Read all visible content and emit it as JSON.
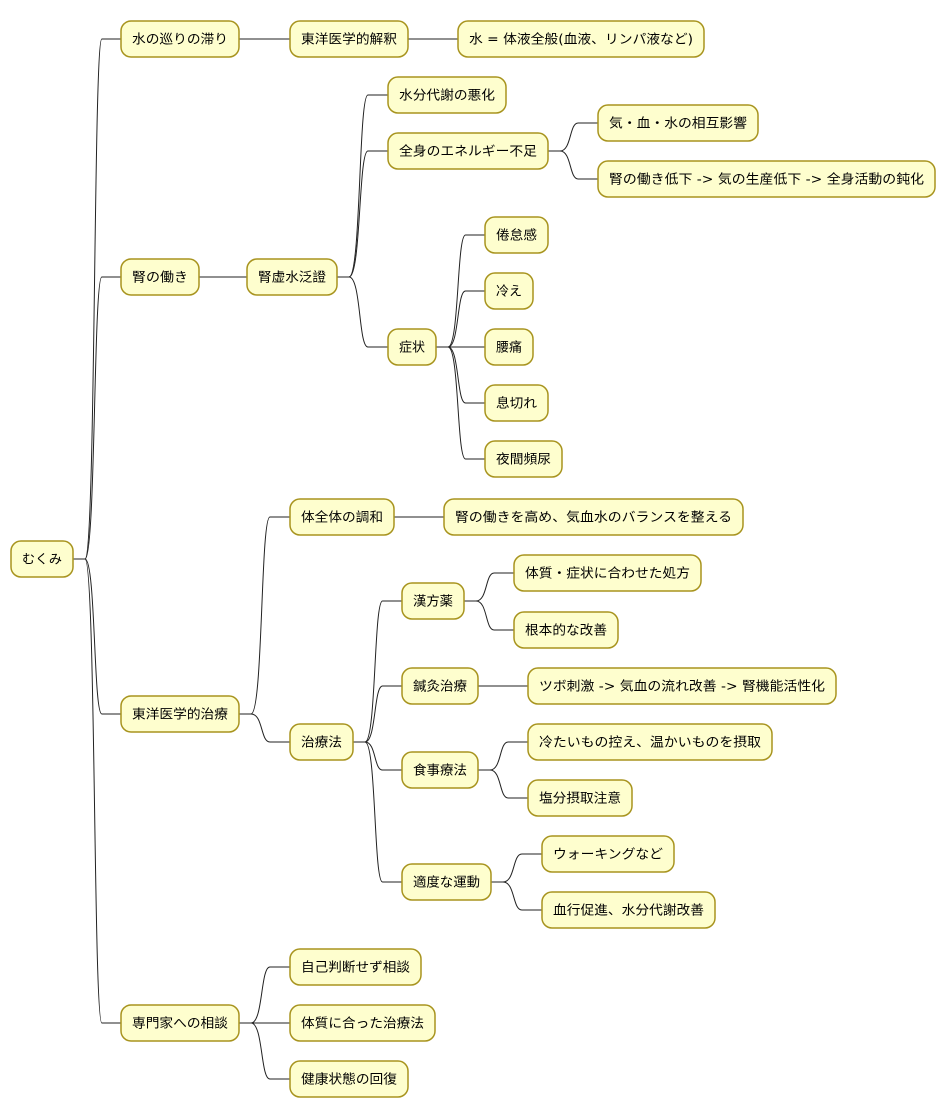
{
  "mindmap": {
    "root": "むくみ",
    "nodes": [
      {
        "id": "root",
        "label": "むくみ",
        "parent": null
      },
      {
        "id": "n1",
        "label": "水の巡りの滞り",
        "parent": "root"
      },
      {
        "id": "n1a",
        "label": "東洋医学的解釈",
        "parent": "n1"
      },
      {
        "id": "n1a1",
        "label": "水 = 体液全般(血液、リンパ液など)",
        "parent": "n1a"
      },
      {
        "id": "n2",
        "label": "腎の働き",
        "parent": "root"
      },
      {
        "id": "n2a",
        "label": "腎虚水泛證",
        "parent": "n2"
      },
      {
        "id": "n2a1",
        "label": "水分代謝の悪化",
        "parent": "n2a"
      },
      {
        "id": "n2a2",
        "label": "全身のエネルギー不足",
        "parent": "n2a"
      },
      {
        "id": "n2a2a",
        "label": "気・血・水の相互影響",
        "parent": "n2a2"
      },
      {
        "id": "n2a2b",
        "label": "腎の働き低下 -> 気の生産低下 -> 全身活動の鈍化",
        "parent": "n2a2"
      },
      {
        "id": "n2a3",
        "label": "症状",
        "parent": "n2a"
      },
      {
        "id": "s1",
        "label": "倦怠感",
        "parent": "n2a3"
      },
      {
        "id": "s2",
        "label": "冷え",
        "parent": "n2a3"
      },
      {
        "id": "s3",
        "label": "腰痛",
        "parent": "n2a3"
      },
      {
        "id": "s4",
        "label": "息切れ",
        "parent": "n2a3"
      },
      {
        "id": "s5",
        "label": "夜間頻尿",
        "parent": "n2a3"
      },
      {
        "id": "n3",
        "label": "東洋医学的治療",
        "parent": "root"
      },
      {
        "id": "n3a",
        "label": "体全体の調和",
        "parent": "n3"
      },
      {
        "id": "n3a1",
        "label": "腎の働きを高め、気血水のバランスを整える",
        "parent": "n3a"
      },
      {
        "id": "n3b",
        "label": "治療法",
        "parent": "n3"
      },
      {
        "id": "t1",
        "label": "漢方薬",
        "parent": "n3b"
      },
      {
        "id": "t1a",
        "label": "体質・症状に合わせた処方",
        "parent": "t1"
      },
      {
        "id": "t1b",
        "label": "根本的な改善",
        "parent": "t1"
      },
      {
        "id": "t2",
        "label": "鍼灸治療",
        "parent": "n3b"
      },
      {
        "id": "t2a",
        "label": "ツボ刺激 -> 気血の流れ改善 -> 腎機能活性化",
        "parent": "t2"
      },
      {
        "id": "t3",
        "label": "食事療法",
        "parent": "n3b"
      },
      {
        "id": "t3a",
        "label": "冷たいもの控え、温かいものを摂取",
        "parent": "t3"
      },
      {
        "id": "t3b",
        "label": "塩分摂取注意",
        "parent": "t3"
      },
      {
        "id": "t4",
        "label": "適度な運動",
        "parent": "n3b"
      },
      {
        "id": "t4a",
        "label": "ウォーキングなど",
        "parent": "t4"
      },
      {
        "id": "t4b",
        "label": "血行促進、水分代謝改善",
        "parent": "t4"
      },
      {
        "id": "n4",
        "label": "専門家への相談",
        "parent": "root"
      },
      {
        "id": "n4a",
        "label": "自己判断せず相談",
        "parent": "n4"
      },
      {
        "id": "n4b",
        "label": "体質に合った治療法",
        "parent": "n4"
      },
      {
        "id": "n4c",
        "label": "健康状態の回復",
        "parent": "n4"
      }
    ]
  },
  "style": {
    "node_fill": "#fefece",
    "node_stroke": "#a8941f",
    "line_color": "#222222",
    "text_color": "#000000"
  }
}
